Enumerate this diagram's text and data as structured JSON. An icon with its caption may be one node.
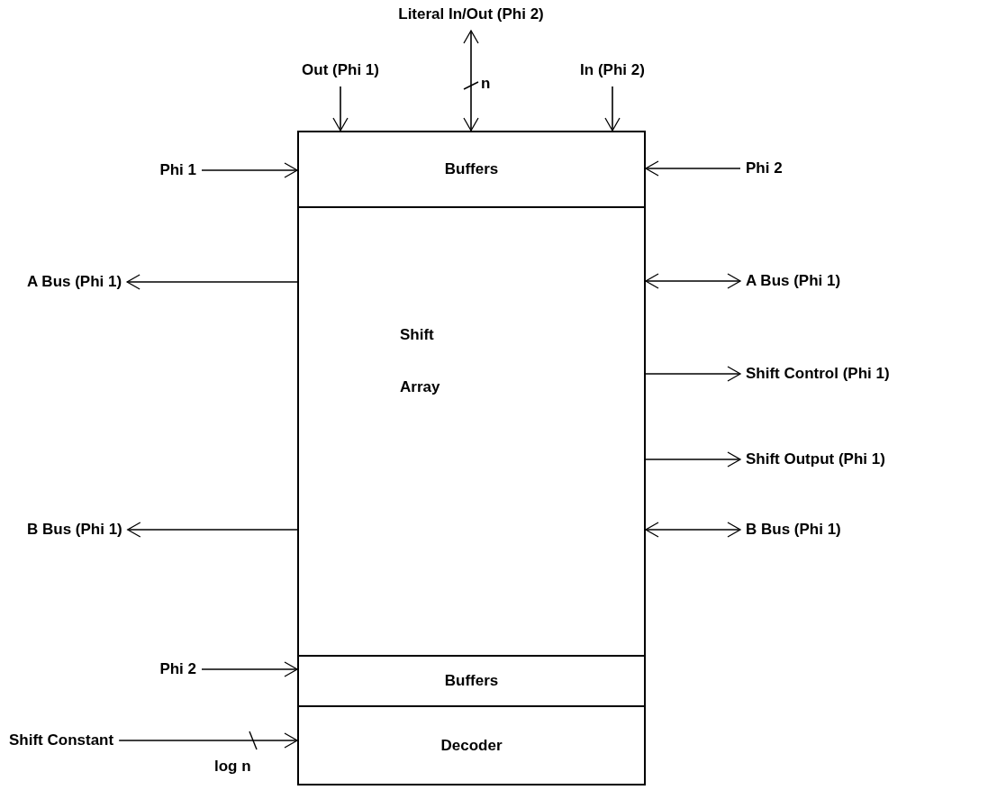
{
  "diagram": {
    "nodes": [
      {
        "text": [
          "Literal In/Out (Phi 2)"
        ]
      },
      {
        "text": [
          "Out (Phi 1)"
        ]
      },
      {
        "text": [
          "In (Phi 2)"
        ]
      },
      {
        "text": [
          "Phi 1"
        ]
      },
      {
        "text": [
          "Buffers"
        ]
      },
      {
        "text": [
          "Phi 2"
        ]
      },
      {
        "text": [
          "A Bus (Phi 1)"
        ]
      },
      {
        "text": [
          "Shift Array"
        ]
      },
      {
        "text": [
          "A Bus (Phi 1)"
        ]
      },
      {
        "text": [
          "Shift Control (Phi 1)"
        ]
      },
      {
        "text": [
          "Shift Output (Phi 1)"
        ]
      },
      {
        "text": [
          "B Bus (Phi 1)"
        ]
      },
      {
        "text": [
          "B Bus (Phi 1)"
        ]
      },
      {
        "text": [
          "Phi 2"
        ]
      },
      {
        "text": [
          "Buffers"
        ]
      },
      {
        "text": [
          "Shift Constant"
        ]
      },
      {
        "text": [
          "Decoder"
        ]
      }
    ],
    "edges": [
      {
        "from": 1,
        "to": 4,
        "arrow": "to"
      },
      {
        "from": 0,
        "to": 4,
        "arrow": "both",
        "label": "n"
      },
      {
        "from": 2,
        "to": 4,
        "arrow": "to"
      },
      {
        "from": 3,
        "to": 4,
        "arrow": "to"
      },
      {
        "from": 5,
        "to": 4,
        "arrow": "to"
      },
      {
        "from": 7,
        "to": 6,
        "arrow": "to"
      },
      {
        "from": 8,
        "to": 7,
        "arrow": "both"
      },
      {
        "from": 7,
        "to": 9,
        "arrow": "to"
      },
      {
        "from": 7,
        "to": 10,
        "arrow": "to"
      },
      {
        "from": 7,
        "to": 11,
        "arrow": "to"
      },
      {
        "from": 12,
        "to": 7,
        "arrow": "both"
      },
      {
        "from": 13,
        "to": 14,
        "arrow": "to"
      },
      {
        "from": 15,
        "to": 16,
        "arrow": "to",
        "label": "log n"
      }
    ]
  }
}
